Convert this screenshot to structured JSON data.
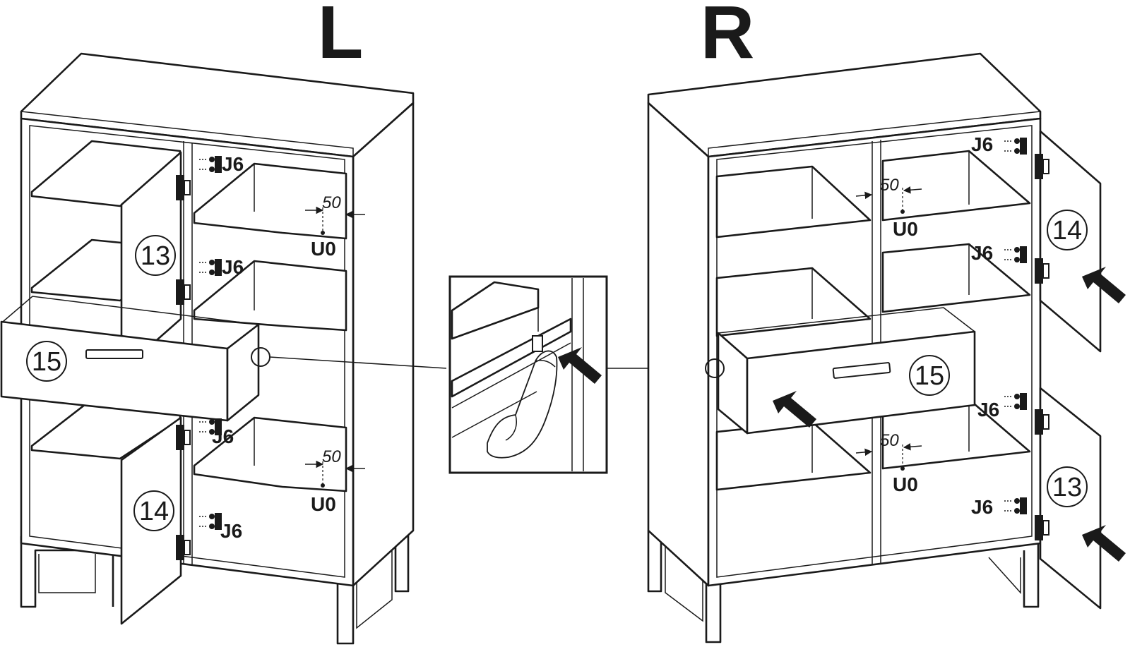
{
  "labels": {
    "left_variant": "L",
    "right_variant": "R"
  },
  "left": {
    "door_upper": "13",
    "door_lower": "14",
    "drawer": "15",
    "hinge_code": "J6",
    "offset_value": "50",
    "rail_code": "U0"
  },
  "right": {
    "door_upper": "14",
    "door_lower": "13",
    "drawer": "15",
    "hinge_code": "J6",
    "offset_value": "50",
    "rail_code": "U0"
  },
  "icons": [
    "push-arrow-icon",
    "hand-icon",
    "hinge-icon",
    "magnifier-circle-icon"
  ]
}
